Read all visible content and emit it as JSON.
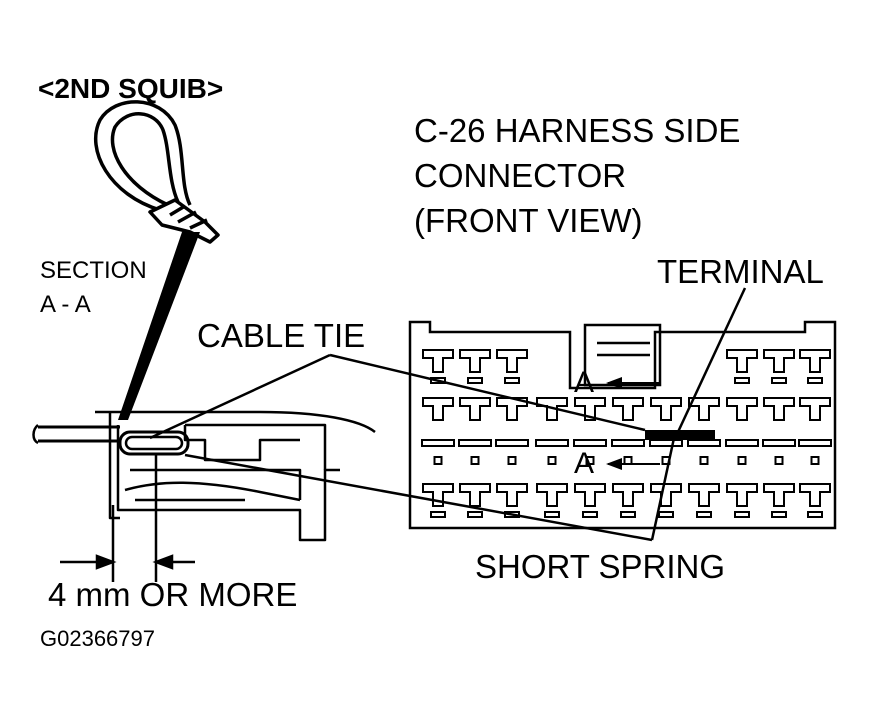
{
  "title": "<2ND SQUIB>",
  "labels": {
    "connector_line1": "C-26 HARNESS SIDE",
    "connector_line2": "CONNECTOR",
    "connector_line3": "(FRONT VIEW)",
    "section_line1": "SECTION",
    "section_line2": "A - A",
    "terminal": "TERMINAL",
    "cable_tie": "CABLE TIE",
    "section_marker_upper": "A",
    "section_marker_lower": "A",
    "short_spring": "SHORT SPRING",
    "dimension": "4 mm OR MORE",
    "figure_code": "G02366797"
  },
  "connector": {
    "top_row_left_count": 3,
    "top_row_right_count": 3,
    "middle_row_count": 11,
    "bottom_row_count": 11
  }
}
